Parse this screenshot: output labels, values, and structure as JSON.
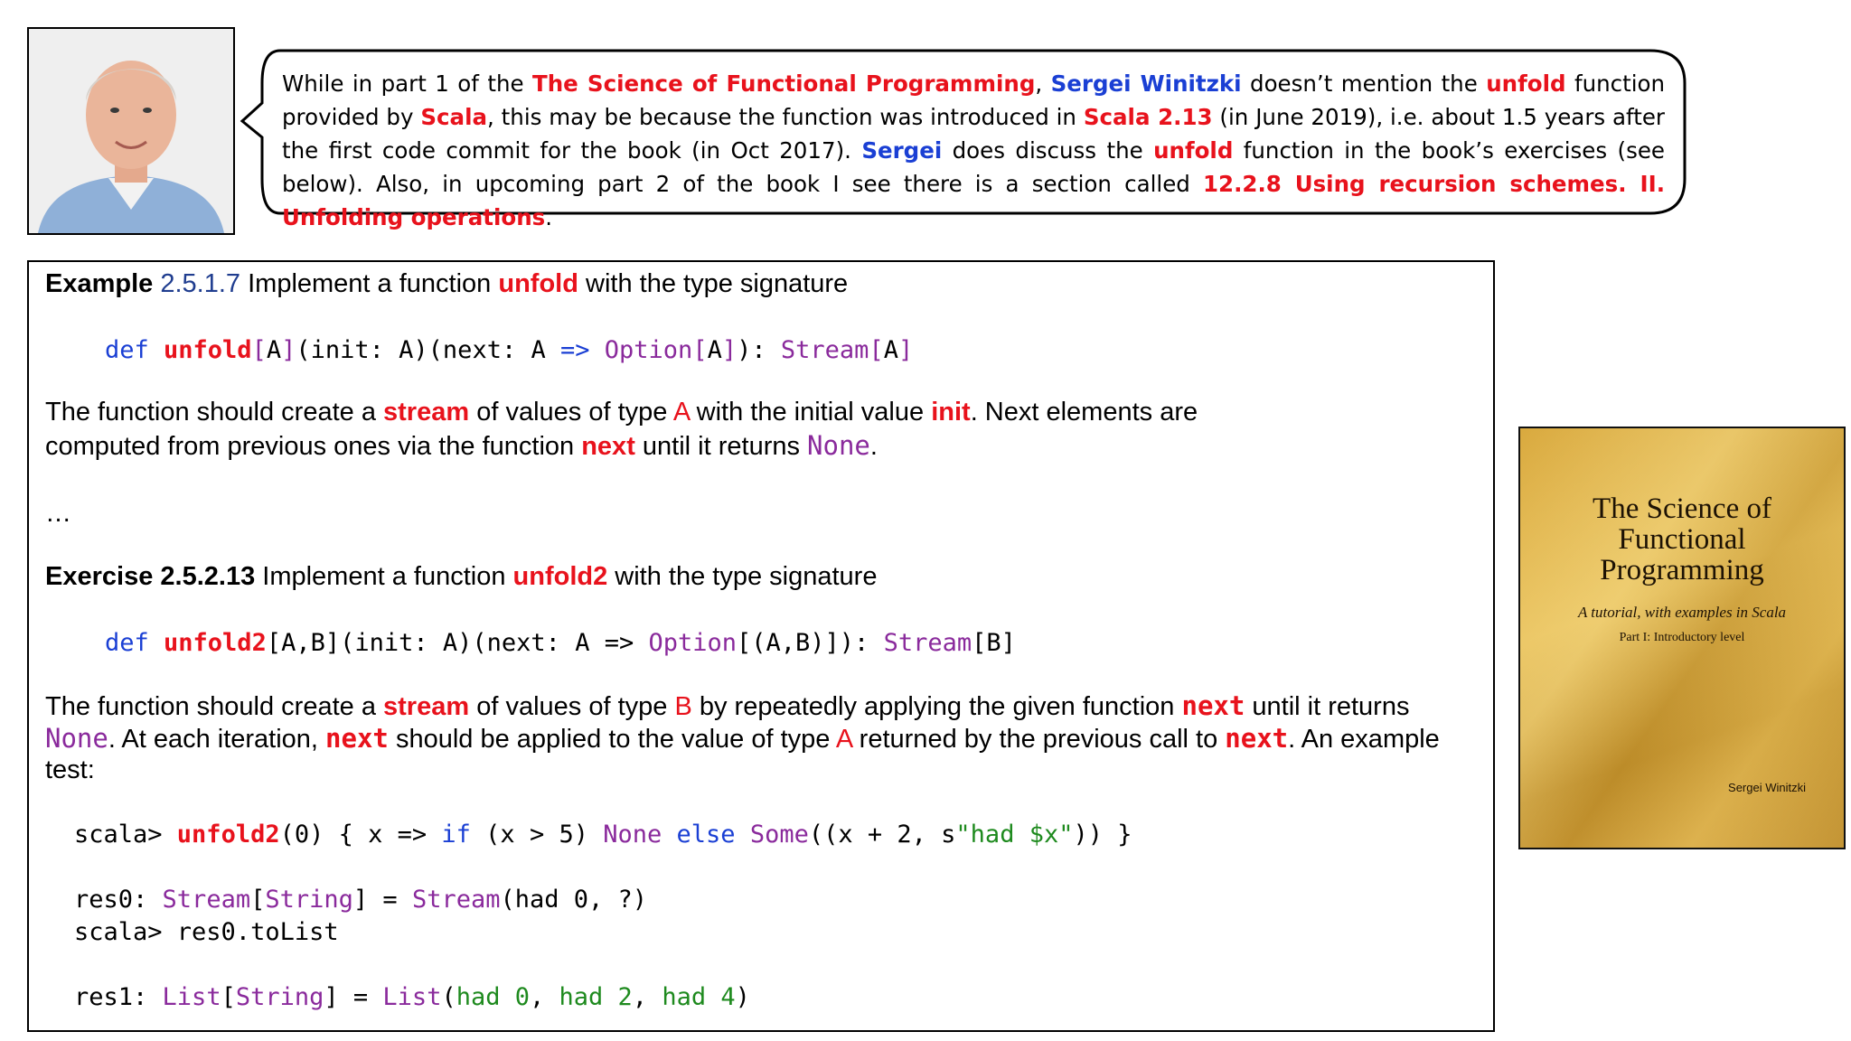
{
  "bubble": {
    "parts": [
      {
        "t": "While in part 1 of the ",
        "c": ""
      },
      {
        "t": "The Science of Functional Programming",
        "c": "red"
      },
      {
        "t": ", ",
        "c": ""
      },
      {
        "t": "Sergei Winitzki",
        "c": "blue"
      },
      {
        "t": " doesn’t mention the ",
        "c": ""
      },
      {
        "t": "unfold",
        "c": "red"
      },
      {
        "t": " function provided by ",
        "c": ""
      },
      {
        "t": "Scala",
        "c": "red"
      },
      {
        "t": ", this may be because the function was introduced in ",
        "c": ""
      },
      {
        "t": "Scala 2.13",
        "c": "red"
      },
      {
        "t": " (in June 2019), i.e. about 1.5 years after the first code commit for the book (in Oct 2017). ",
        "c": ""
      },
      {
        "t": "Sergei",
        "c": "blue"
      },
      {
        "t": " does discuss the ",
        "c": ""
      },
      {
        "t": "unfold",
        "c": "red"
      },
      {
        "t": " function in the book’s exercises (see below). Also, in upcoming part 2 of the book I see there is a section called ",
        "c": ""
      },
      {
        "t": "12.2.8 Using recursion schemes. II. Unfolding operations",
        "c": "red"
      },
      {
        "t": ".",
        "c": ""
      }
    ]
  },
  "example": {
    "label": "Example",
    "number": "2.5.1.7",
    "intro": " Implement a function ",
    "fname": "unfold",
    "outro": " with the type signature",
    "sig": [
      {
        "t": "def ",
        "c": "kw"
      },
      {
        "t": "unfold",
        "c": "red"
      },
      {
        "t": "[",
        "c": "purple"
      },
      {
        "t": "A",
        "c": ""
      },
      {
        "t": "]",
        "c": "purple"
      },
      {
        "t": "(init: A)(next: A ",
        "c": ""
      },
      {
        "t": "=>",
        "c": "kw"
      },
      {
        "t": " ",
        "c": ""
      },
      {
        "t": "Option",
        "c": "purple"
      },
      {
        "t": "[",
        "c": "purple"
      },
      {
        "t": "A",
        "c": ""
      },
      {
        "t": "]",
        "c": "purple"
      },
      {
        "t": "): ",
        "c": ""
      },
      {
        "t": "Stream",
        "c": "purple"
      },
      {
        "t": "[",
        "c": "purple"
      },
      {
        "t": "A",
        "c": ""
      },
      {
        "t": "]",
        "c": "purple"
      }
    ],
    "desc1": [
      {
        "t": "The function should create a ",
        "c": ""
      },
      {
        "t": "stream",
        "c": "red"
      },
      {
        "t": " of values of type ",
        "c": ""
      },
      {
        "t": "A",
        "c": "redplain"
      },
      {
        "t": " with the initial value ",
        "c": ""
      },
      {
        "t": "init",
        "c": "red"
      },
      {
        "t": ". Next elements are",
        "c": ""
      }
    ],
    "desc2": [
      {
        "t": "computed from previous ones via the function ",
        "c": ""
      },
      {
        "t": "next",
        "c": "red"
      },
      {
        "t": " until it returns ",
        "c": ""
      },
      {
        "t": "None",
        "c": "purple mono"
      },
      {
        "t": ".",
        "c": ""
      }
    ]
  },
  "ellipsis": "…",
  "exercise": {
    "label": "Exercise 2.5.2.13",
    "intro": " Implement a function ",
    "fname": "unfold2",
    "outro": " with the type signature",
    "sig": [
      {
        "t": "def ",
        "c": "kw"
      },
      {
        "t": "unfold2",
        "c": "red"
      },
      {
        "t": "[A,B](init: A)(next: A => ",
        "c": ""
      },
      {
        "t": "Option",
        "c": "purple"
      },
      {
        "t": "[(A,B)]): ",
        "c": ""
      },
      {
        "t": "Stream",
        "c": "purple"
      },
      {
        "t": "[B]",
        "c": ""
      }
    ],
    "desc1": [
      {
        "t": "The function should create a ",
        "c": ""
      },
      {
        "t": "stream",
        "c": "red"
      },
      {
        "t": " of values of type ",
        "c": ""
      },
      {
        "t": "B",
        "c": "redplain"
      },
      {
        "t": " by repeatedly applying the given function ",
        "c": ""
      },
      {
        "t": "next",
        "c": "red mono"
      },
      {
        "t": " until it returns",
        "c": ""
      }
    ],
    "desc2": [
      {
        "t": "None",
        "c": "purple mono"
      },
      {
        "t": ". At each iteration, ",
        "c": ""
      },
      {
        "t": "next",
        "c": "red mono"
      },
      {
        "t": " should be applied to the value of type ",
        "c": ""
      },
      {
        "t": "A",
        "c": "redplain"
      },
      {
        "t": " returned by the previous call to ",
        "c": ""
      },
      {
        "t": "next",
        "c": "red mono"
      },
      {
        "t": ". An example",
        "c": ""
      }
    ],
    "desc3": "test:",
    "code1": [
      {
        "t": "scala> ",
        "c": ""
      },
      {
        "t": "unfold2",
        "c": "red"
      },
      {
        "t": "(0) { x => ",
        "c": ""
      },
      {
        "t": "if",
        "c": "kw"
      },
      {
        "t": " (x > 5) ",
        "c": ""
      },
      {
        "t": "None",
        "c": "purple"
      },
      {
        "t": " ",
        "c": ""
      },
      {
        "t": "else",
        "c": "kw"
      },
      {
        "t": " ",
        "c": ""
      },
      {
        "t": "Some",
        "c": "purple"
      },
      {
        "t": "((x + 2, s",
        "c": ""
      },
      {
        "t": "\"had $x\"",
        "c": "green"
      },
      {
        "t": ")) }",
        "c": ""
      }
    ],
    "code2": [
      {
        "t": "res0: ",
        "c": ""
      },
      {
        "t": "Stream",
        "c": "purple"
      },
      {
        "t": "[",
        "c": ""
      },
      {
        "t": "String",
        "c": "purple"
      },
      {
        "t": "] = ",
        "c": ""
      },
      {
        "t": "Stream",
        "c": "purple"
      },
      {
        "t": "(had 0, ?)",
        "c": ""
      }
    ],
    "code3": [
      {
        "t": "scala> res0.toList",
        "c": ""
      }
    ],
    "code4": [
      {
        "t": "res1: ",
        "c": ""
      },
      {
        "t": "List",
        "c": "purple"
      },
      {
        "t": "[",
        "c": ""
      },
      {
        "t": "String",
        "c": "purple"
      },
      {
        "t": "] = ",
        "c": ""
      },
      {
        "t": "List",
        "c": "purple"
      },
      {
        "t": "(",
        "c": ""
      },
      {
        "t": "had 0",
        "c": "green"
      },
      {
        "t": ", ",
        "c": ""
      },
      {
        "t": "had 2",
        "c": "green"
      },
      {
        "t": ", ",
        "c": ""
      },
      {
        "t": "had 4",
        "c": "green"
      },
      {
        "t": ")",
        "c": ""
      }
    ]
  },
  "book": {
    "title_line1": "The Science of",
    "title_line2": "Functional",
    "title_line3": "Programming",
    "subtitle": "A tutorial, with examples in Scala",
    "part": "Part I: Introductory level",
    "author": "Sergei Winitzki"
  }
}
